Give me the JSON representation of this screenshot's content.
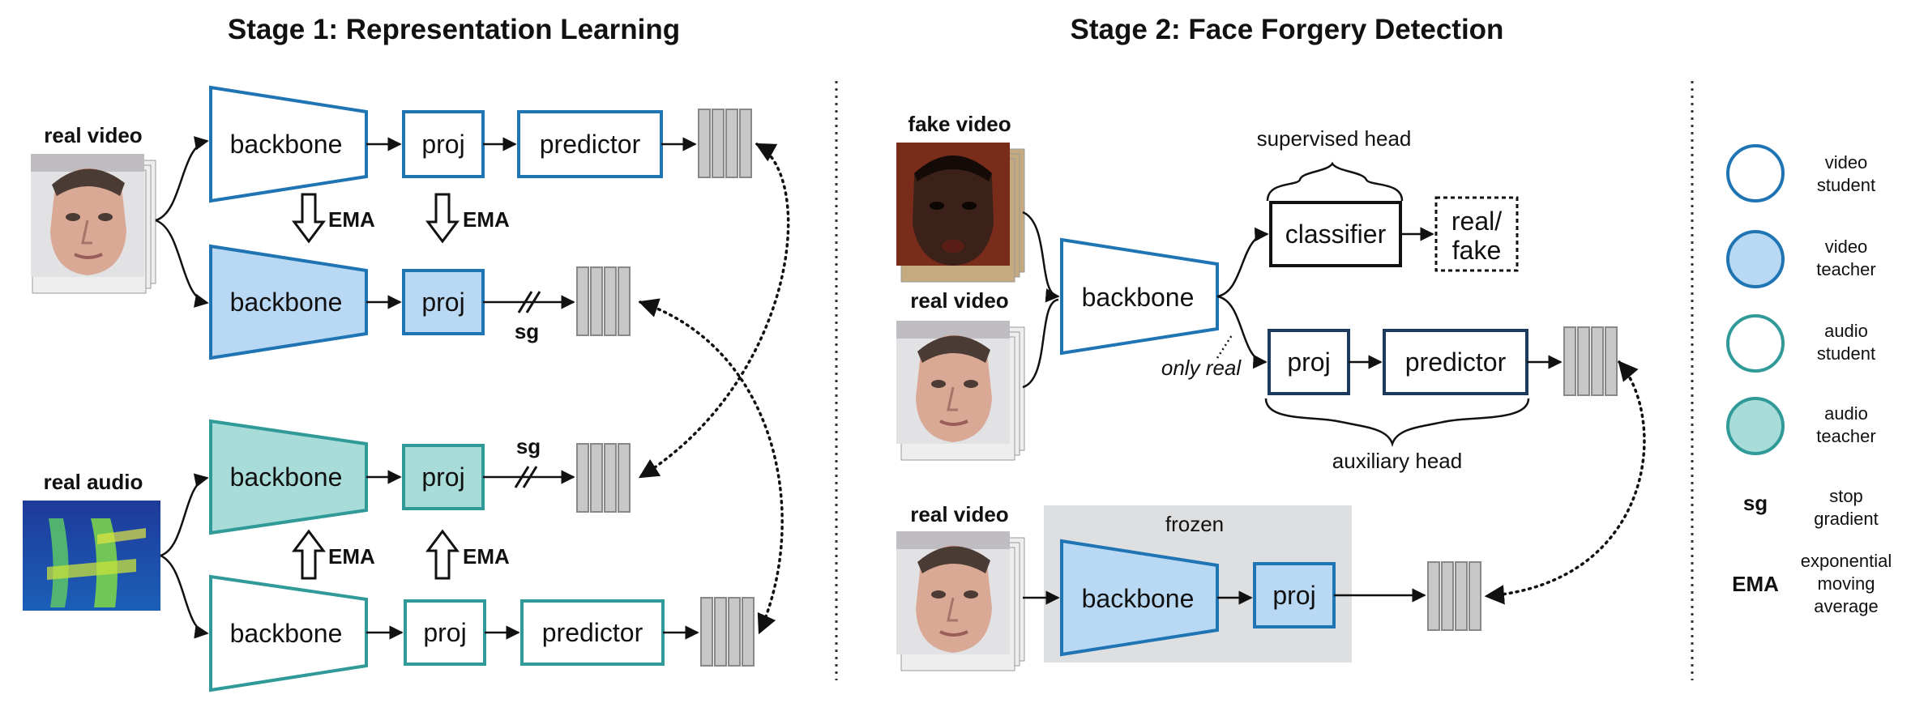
{
  "titles": {
    "stage1": "Stage 1: Representation Learning",
    "stage2": "Stage 2: Face Forgery Detection"
  },
  "stage1": {
    "input_video": "real video",
    "input_audio": "real audio",
    "backbone": "backbone",
    "proj": "proj",
    "predictor": "predictor",
    "ema": "EMA",
    "sg": "sg"
  },
  "stage2": {
    "fake_video": "fake video",
    "real_video": "real video",
    "real_video_frozen": "real video",
    "backbone": "backbone",
    "classifier": "classifier",
    "output": [
      "real/",
      "fake"
    ],
    "supervised_head": "supervised head",
    "auxiliary_head": "auxiliary head",
    "only_real": "only real",
    "proj": "proj",
    "predictor": "predictor",
    "frozen": "frozen"
  },
  "legend": [
    {
      "kind": "video-student",
      "lines": [
        "video",
        "student"
      ],
      "stroke": "#1f74b4",
      "fill": "#ffffff"
    },
    {
      "kind": "video-teacher",
      "lines": [
        "video",
        "teacher"
      ],
      "stroke": "#1f74b4",
      "fill": "#b9d8f3"
    },
    {
      "kind": "audio-student",
      "lines": [
        "audio",
        "student"
      ],
      "stroke": "#2f9a98",
      "fill": "#ffffff"
    },
    {
      "kind": "audio-teacher",
      "lines": [
        "audio",
        "teacher"
      ],
      "stroke": "#2f9a98",
      "fill": "#a8dcd9"
    },
    {
      "kind": "sg",
      "symbol": "sg",
      "lines": [
        "stop",
        "gradient"
      ]
    },
    {
      "kind": "ema",
      "symbol": "EMA",
      "lines": [
        "exponential",
        "moving",
        "average"
      ]
    }
  ],
  "colors": {
    "video_blue": "#1f74b4",
    "video_fill": "#b9d8f3",
    "audio_teal": "#2f9a98",
    "audio_fill": "#a8dcd9",
    "navy": "#1b3a5c",
    "embedding_gray": "#c8c8c8",
    "frozen_bg": "#dedfe0"
  }
}
